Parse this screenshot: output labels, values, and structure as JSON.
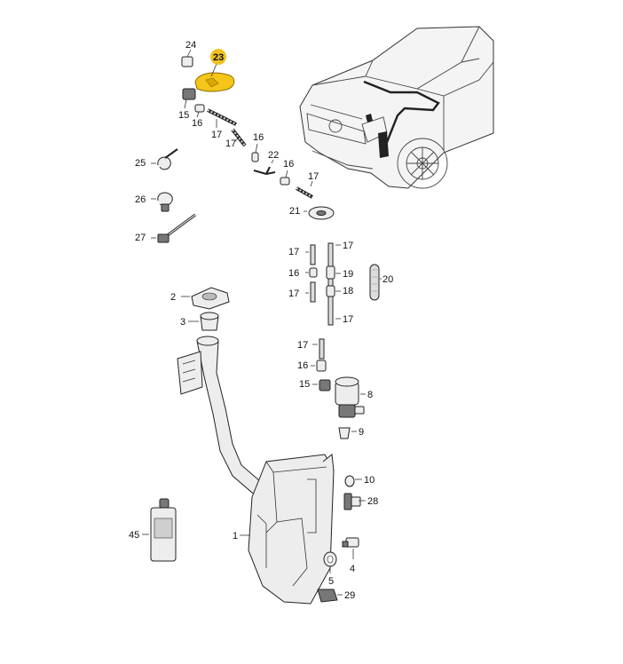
{
  "diagram": {
    "labels": {
      "p1": "1",
      "p2": "2",
      "p3": "3",
      "p4": "4",
      "p5": "5",
      "p8": "8",
      "p9": "9",
      "p10": "10",
      "p15a": "15",
      "p15b": "15",
      "p16a": "16",
      "p16b": "16",
      "p16c": "16",
      "p16d": "16",
      "p16e": "16",
      "p17a": "17",
      "p17b": "17",
      "p17c": "17",
      "p17d": "17",
      "p17e": "17",
      "p17f": "17",
      "p17g": "17",
      "p17h": "17",
      "p18": "18",
      "p19": "19",
      "p20": "20",
      "p21": "21",
      "p22": "22",
      "p23": "23",
      "p24": "24",
      "p25": "25",
      "p26": "26",
      "p27": "27",
      "p28": "28",
      "p29": "29",
      "p45": "45"
    },
    "colors": {
      "highlight": "#f5c518",
      "highlight_label": "#f0c020"
    }
  }
}
